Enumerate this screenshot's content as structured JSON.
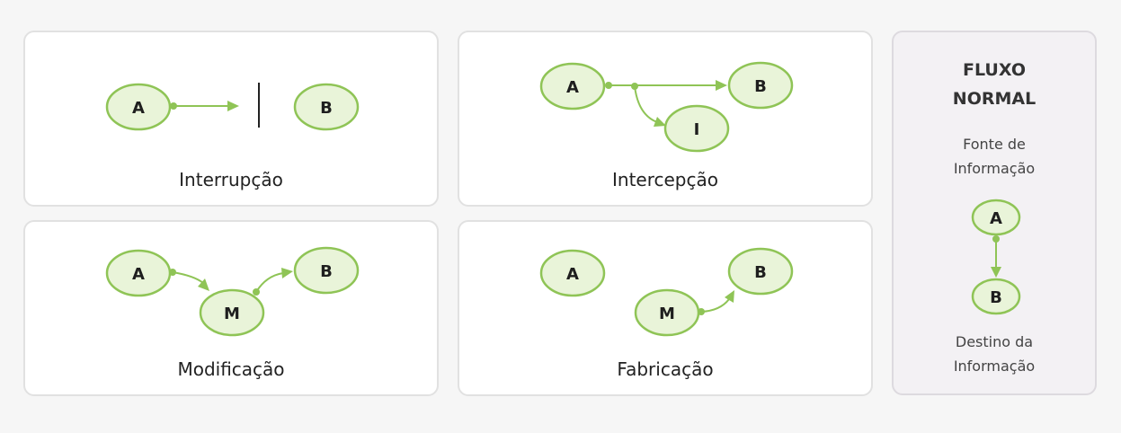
{
  "colors": {
    "node_fill": "#e9f4d9",
    "node_stroke": "#8fc456",
    "arrow": "#8fc456",
    "card_background": "#ffffff",
    "side_background": "#f3f1f4"
  },
  "cards": {
    "interruption": {
      "title": "Interrupção",
      "nodes": [
        "A",
        "B"
      ]
    },
    "interception": {
      "title": "Intercepção",
      "nodes": [
        "A",
        "B",
        "I"
      ]
    },
    "modification": {
      "title": "Modificação",
      "nodes": [
        "A",
        "M",
        "B"
      ]
    },
    "fabrication": {
      "title": "Fabricação",
      "nodes": [
        "A",
        "M",
        "B"
      ]
    }
  },
  "normal_flow": {
    "heading_line1": "FLUXO",
    "heading_line2": "NORMAL",
    "source_line1": "Fonte de",
    "source_line2": "Informação",
    "node_top": "A",
    "node_bottom": "B",
    "destination_line1": "Destino da",
    "destination_line2": "Informação"
  }
}
